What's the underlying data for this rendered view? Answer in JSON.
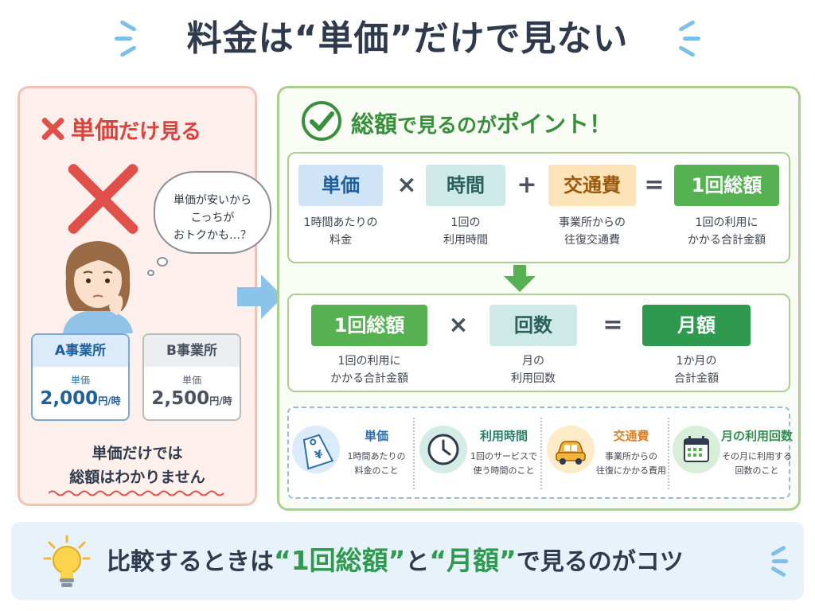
{
  "title": {
    "prefix": "料金は",
    "quoted": "“単価”",
    "suffix": "だけで見ない"
  },
  "left": {
    "title_main": "単価",
    "title_rest": "だけ見る",
    "bubble": [
      "単価が安いから",
      "こっちが",
      "おトクかも…？"
    ],
    "card_a": {
      "name": "A事業所",
      "label": "単価",
      "price": "2,000",
      "unit": "円/時"
    },
    "card_b": {
      "name": "B事業所",
      "label": "単価",
      "price": "2,500",
      "unit": "円/時"
    },
    "note": [
      "単価だけでは",
      "総額はわかりません"
    ]
  },
  "right": {
    "title_main": "総額",
    "title_mid": "で見るのが",
    "title_rest": "ポイント！",
    "row1": {
      "unit_price": {
        "label": "単価",
        "desc": [
          "1時間あたりの",
          "料金"
        ]
      },
      "op1": "×",
      "time": {
        "label": "時間",
        "desc": [
          "1回の",
          "利用時間"
        ]
      },
      "op2": "+",
      "transport": {
        "label": "交通費",
        "desc": [
          "事業所からの",
          "往復交通費"
        ]
      },
      "op3": "=",
      "total": {
        "label": "1回総額",
        "desc": [
          "1回の利用に",
          "かかる合計金額"
        ]
      }
    },
    "row2": {
      "total": {
        "label": "1回総額",
        "desc": [
          "1回の利用に",
          "かかる合計金額"
        ]
      },
      "op1": "×",
      "count": {
        "label": "回数",
        "desc": [
          "月の",
          "利用回数"
        ]
      },
      "op2": "=",
      "monthly": {
        "label": "月額",
        "desc": [
          "1か月の",
          "合計金額"
        ]
      }
    },
    "info": [
      {
        "icon": "price-tag-icon",
        "title": "単価",
        "desc": [
          "1時間あたりの",
          "料金のこと"
        ],
        "color": "#2a6fb0"
      },
      {
        "icon": "clock-icon",
        "title": "利用時間",
        "desc": [
          "1回のサービスで",
          "使う時間のこと"
        ],
        "color": "#2b7f6a"
      },
      {
        "icon": "car-icon",
        "title": "交通費",
        "desc": [
          "事業所からの",
          "往復にかかる費用"
        ],
        "color": "#d9822b"
      },
      {
        "icon": "calendar-icon",
        "title": "月の利用回数",
        "desc": [
          "その月に利用する",
          "回数のこと"
        ],
        "color": "#2f8f4f"
      }
    ]
  },
  "banner": {
    "part1": "比較するときは",
    "hl1": "“1回総額”",
    "part2": "と",
    "hl2": "“月額”",
    "part3": "で見るのがコツ"
  },
  "colors": {
    "accent_green": "#3a8f3c",
    "accent_red": "#d9443f",
    "accent_blue": "#1f5f9c"
  }
}
